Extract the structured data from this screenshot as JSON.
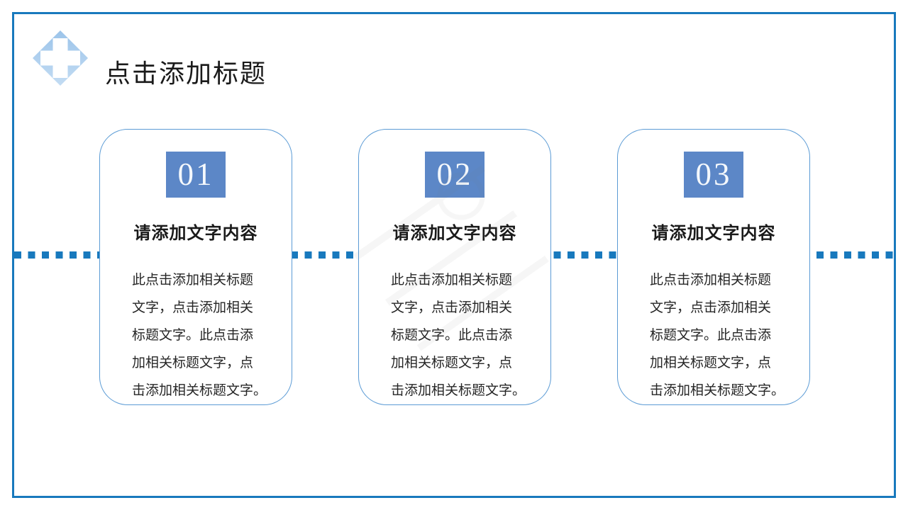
{
  "header": {
    "title": "点击添加标题"
  },
  "colors": {
    "frame_blue": "#1879BD",
    "dotted_line_blue": "#1879BD",
    "card_border_blue": "#5B9BD5",
    "number_badge_blue": "#5C87C7",
    "icon_light_blue": "#A9CEEF",
    "title_text": "#1A1A1A",
    "body_text": "#262626"
  },
  "cards": [
    {
      "number": "01",
      "heading": "请添加文字内容",
      "body": "此点击添加相关标题\n文字，点击添加相关\n标题文字。此点击添\n加相关标题文字，点\n击添加相关标题文字。"
    },
    {
      "number": "02",
      "heading": "请添加文字内容",
      "body": "此点击添加相关标题\n文字，点击添加相关\n标题文字。此点击添\n加相关标题文字，点\n击添加相关标题文字。"
    },
    {
      "number": "03",
      "heading": "请添加文字内容",
      "body": "此点击添加相关标题\n文字，点击添加相关\n标题文字。此点击添\n加相关标题文字，点\n击添加相关标题文字。"
    }
  ]
}
